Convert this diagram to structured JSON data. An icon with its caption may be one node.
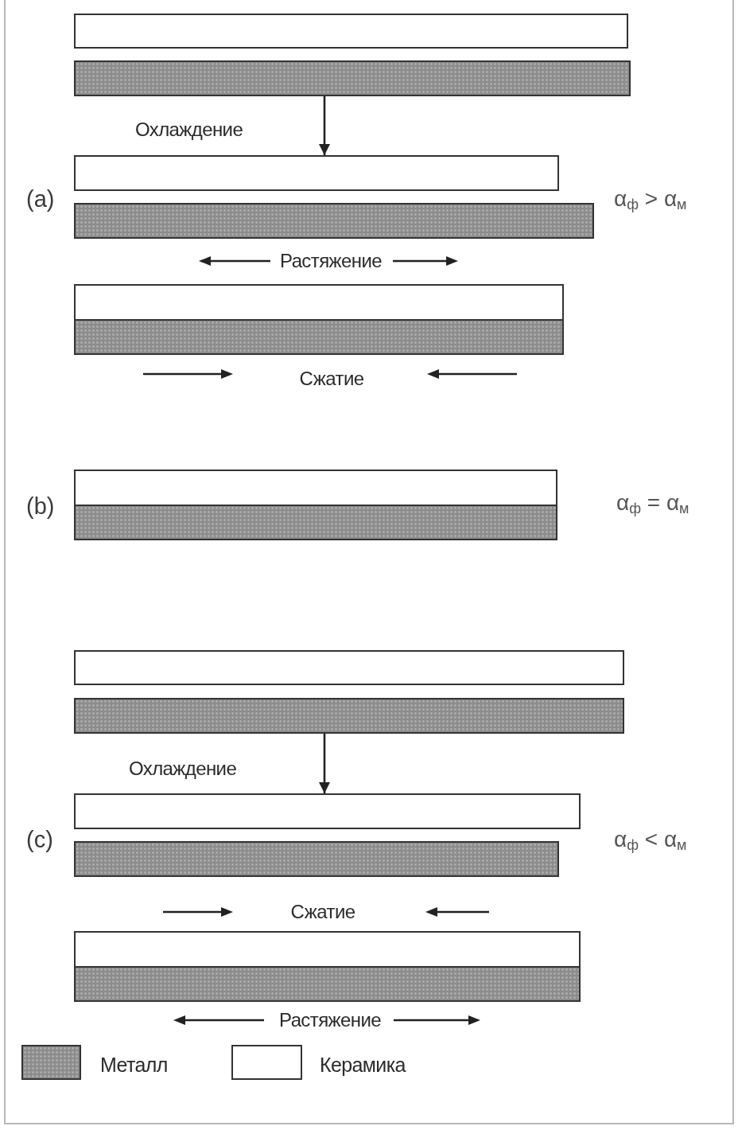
{
  "diagram": {
    "nodes": [
      {
        "text": [],
        "shape": "bar"
      },
      {
        "text": [],
        "shape": "bar"
      },
      {
        "text": [],
        "shape": "bar"
      },
      {
        "text": [],
        "shape": "bar"
      },
      {
        "text": [],
        "shape": "bar"
      },
      {
        "text": [],
        "shape": "bar"
      },
      {
        "text": [],
        "shape": "bar"
      },
      {
        "text": [],
        "shape": "bar"
      },
      {
        "text": [],
        "shape": "bar"
      },
      {
        "text": [],
        "shape": "bar"
      },
      {
        "text": [],
        "shape": "bar"
      },
      {
        "text": [],
        "shape": "bar"
      },
      {
        "text": [],
        "shape": "bar"
      },
      {
        "text": [],
        "shape": "bar"
      }
    ],
    "edges": [
      {
        "from": 1,
        "to": 2,
        "arrow": "to",
        "label": "Охлаждение"
      },
      {
        "from": 9,
        "to": 10,
        "arrow": "to",
        "label": "Охлаждение"
      }
    ],
    "labels": [
      "(a)",
      "α$_{ф}$ > α$_{м}$",
      "Растяжение",
      "Сжатие",
      "(b)",
      "α$_{ф}$ = α$_{м}$",
      "(c)",
      "α$_{ф}$ < α$_{м}$",
      "Сжатие",
      "Растяжение"
    ],
    "legend": [
      {
        "text": "Металл",
        "color": "#8c8c8c"
      },
      {
        "text": "Керамика",
        "color": "#ffffff"
      }
    ]
  }
}
